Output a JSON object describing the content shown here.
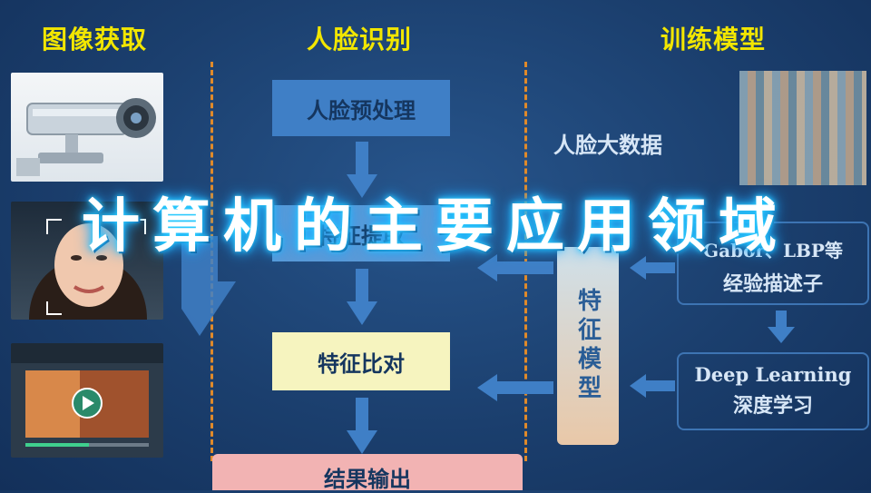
{
  "columns": {
    "acquisition": "图像获取",
    "recognition": "人脸识别",
    "training": "训练模型"
  },
  "flow": {
    "preprocess": "人脸预处理",
    "extract": "特征提取",
    "compare": "特征比对",
    "output": "结果输出"
  },
  "training": {
    "big_data": "人脸大数据",
    "feature_model": "特征模型",
    "gabor_line1": "Gabor、LBP等",
    "gabor_line2": "经验描述子",
    "deep_line1": "Deep Learning",
    "deep_line2": "深度学习"
  },
  "overlay_title": "计算机的主要应用领域",
  "colors": {
    "title_yellow": "#f2e600",
    "divider": "#e08a2a",
    "box_blue": "#3f7fc6",
    "box_yellow": "#f6f4bf",
    "box_pink": "#f2b3b3",
    "model_box": "#e9c8a8",
    "glow": "#2fd3ff"
  }
}
